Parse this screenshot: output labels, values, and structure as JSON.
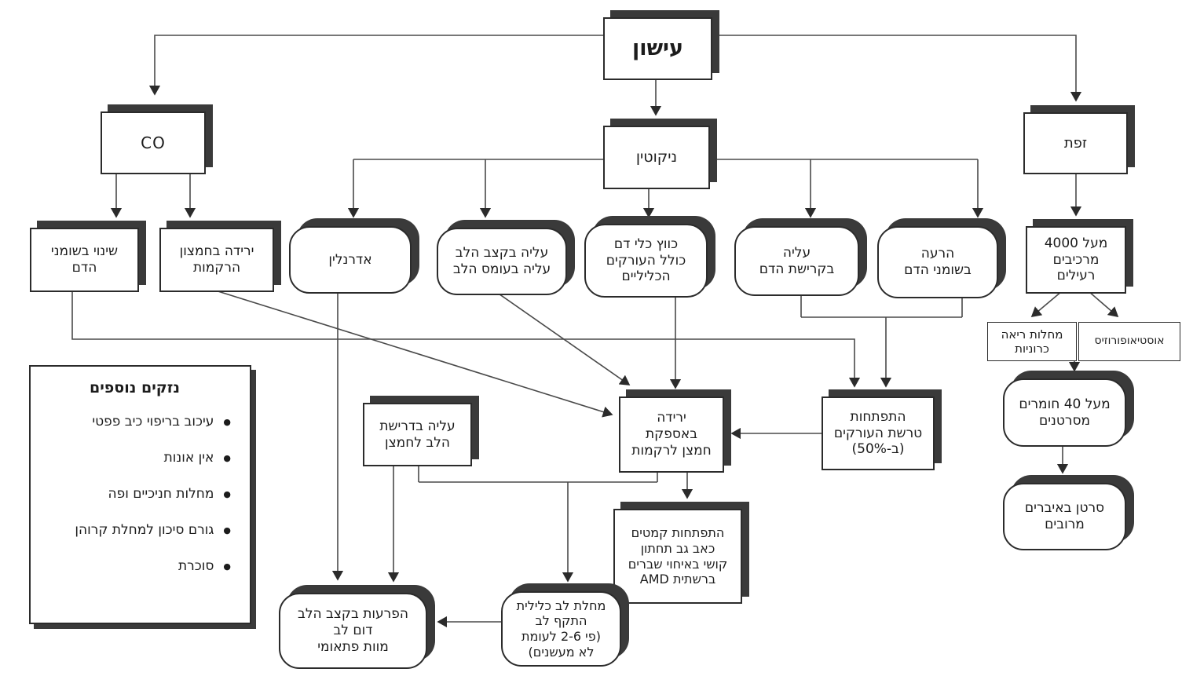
{
  "diagram": {
    "title_node": "עישון",
    "nodes": {
      "smoking": {
        "label": "עישון"
      },
      "co": {
        "label": "CO"
      },
      "nicotine": {
        "label": "ניקוטין"
      },
      "tar": {
        "label": "זפת"
      },
      "lipid_change": {
        "label": "שינוי בשומני\nהדם"
      },
      "tissue_oxygen_drop": {
        "label": "ירידה בחמצון\nהרקמות"
      },
      "adrenaline": {
        "label": "אדרנלין"
      },
      "heart_rate_up": {
        "label": "עליה בקצב הלב\nעליה בעומס הלב"
      },
      "vessel_constriction": {
        "label": "כווץ כלי דם\nכולל העורקים\nהכליליים"
      },
      "clotting_up": {
        "label": "עליה\nבקרישת הדם"
      },
      "blood_lipids_worse": {
        "label": "הרעה\nבשומני הדם"
      },
      "toxic_components": {
        "label": "מעל 4000\nמרכיבים\nרעילים"
      },
      "chronic_lung": {
        "label": "מחלות ריאה\nכרוניות"
      },
      "osteoporosis": {
        "label": "אוסטיאופורוזיס"
      },
      "carcinogens": {
        "label": "מעל 40 חומרים\nמסרטנים"
      },
      "multi_organ_cancer": {
        "label": "סרטן באיברים\nמרובים"
      },
      "oxygen_demand_up": {
        "label": "עליה בדרישת\nהלב לחמצן"
      },
      "oxygen_supply_drop": {
        "label": "ירידה\nבאספקת\nחמצן לרקמות"
      },
      "atherosclerosis": {
        "label": "התפתחות\nטרשת העורקים\n(ב-50%)"
      },
      "wrinkles": {
        "label": "התפתחות קמטים\nכאב גב תחתון\nקושי באיחוי שברים\nברשתית AMD"
      },
      "coronary": {
        "label": "מחלת לב כלילית\nהתקף לב\n(פי 2-6 לעומת\nלא מעשנים)"
      },
      "arrhythmia": {
        "label": "הפרעות בקצב הלב\nדום לב\nמוות פתאומי"
      }
    },
    "side_panel": {
      "title": "נזקים נוספים",
      "bullet_glyph": "●",
      "items": [
        {
          "label": "עיכוב בריפוי כיב פפטי"
        },
        {
          "label": "אין אונות"
        },
        {
          "label": "מחלות חניכיים ופה"
        },
        {
          "label": "גורם סיכון למחלת קרוהן"
        },
        {
          "label": "סוכרת"
        }
      ]
    },
    "colors": {
      "background": "#ffffff",
      "box_fill": "#ffffff",
      "box_border": "#2b2b2b",
      "shadow": "#3a3a3a",
      "line": "#4a4a4a",
      "text": "#1c1c1c"
    }
  }
}
